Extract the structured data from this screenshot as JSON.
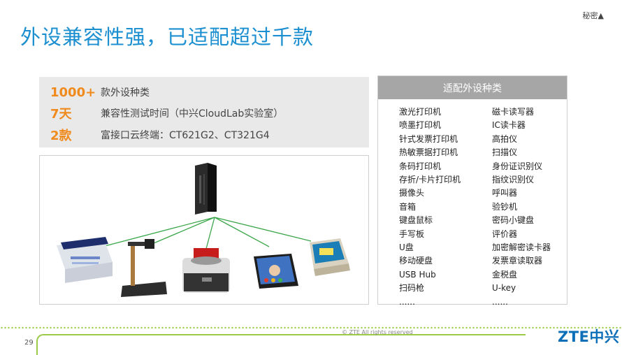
{
  "header": {
    "title": "外设兼容性强，已适配超过千款",
    "secret_label": "秘密▲"
  },
  "stats": [
    {
      "number": "1000+",
      "desc": "款外设种类"
    },
    {
      "number": "7天",
      "desc": "兼容性测试时间（中兴CloudLab实验室）"
    },
    {
      "number": "2款",
      "desc": "富接口云终端：CT621G2、CT321G4"
    }
  ],
  "peripheral_list": {
    "header": "适配外设种类",
    "col1": [
      "激光打印机",
      "喷墨打印机",
      "针式发票打印机",
      "热敏票据打印机",
      "条码打印机",
      "存折/卡片打印机",
      "摄像头",
      "音箱",
      "键盘鼠标",
      "手写板",
      "U盘",
      "移动硬盘",
      "USB Hub",
      "扫码枪",
      "......"
    ],
    "col2": [
      "磁卡读写器",
      "IC读卡器",
      "高拍仪",
      "扫描仪",
      "身份证识别仪",
      "指纹识别仪",
      "呼叫器",
      "验钞机",
      "密码小键盘",
      "评价器",
      "加密解密读卡器",
      "发票章读取器",
      "金税盘",
      "U-key",
      "......"
    ]
  },
  "footer": {
    "page_number": "29",
    "copyright": "© ZTE All rights reserved",
    "logo_text": "ZTE中兴"
  },
  "colors": {
    "title_blue": "#1b8fd0",
    "stat_orange": "#f08a1c",
    "line_green": "#3aa64a",
    "list_header_gray": "#a6a6a6",
    "accent_green": "#9ccb4a"
  }
}
